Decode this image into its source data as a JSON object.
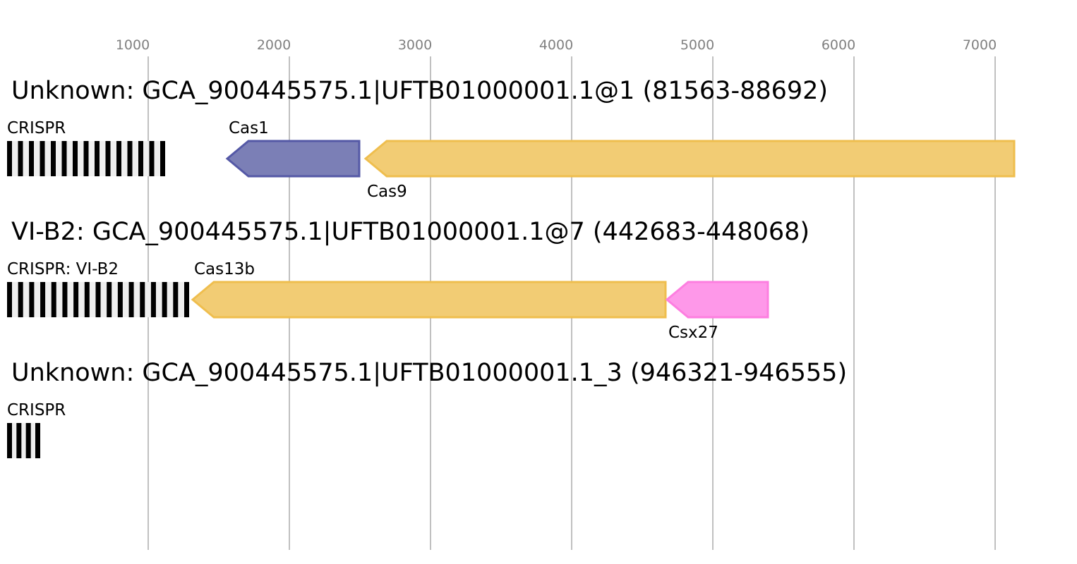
{
  "axis": {
    "ticks": [
      1000,
      2000,
      3000,
      4000,
      5000,
      6000,
      7000
    ],
    "tick_labels": [
      "1000",
      "2000",
      "3000",
      "4000",
      "5000",
      "6000",
      "7000"
    ],
    "grid_color": "#c0c0c0"
  },
  "tracks": [
    {
      "title": "Unknown: GCA_900445575.1|UFTB01000001.1@1 (81563-88692)",
      "features": [
        {
          "type": "crispr",
          "label": "CRISPR",
          "start": 0,
          "end": 1120,
          "repeats": 15,
          "label_pos": "above"
        },
        {
          "type": "gene",
          "label": "Cas1",
          "start": 1560,
          "end": 2495,
          "strand": "-",
          "fill": "#7b7fb6",
          "stroke": "#5458a6",
          "label_pos": "above"
        },
        {
          "type": "gene",
          "label": "Cas9",
          "start": 2540,
          "end": 7135,
          "strand": "-",
          "fill": "#f2cc74",
          "stroke": "#efbe4e",
          "label_pos": "below"
        }
      ]
    },
    {
      "title": "VI-B2: GCA_900445575.1|UFTB01000001.1@7 (442683-448068)",
      "features": [
        {
          "type": "crispr",
          "label": "CRISPR: VI-B2",
          "start": 0,
          "end": 1290,
          "repeats": 17,
          "label_pos": "above"
        },
        {
          "type": "gene",
          "label": "Cas13b",
          "start": 1315,
          "end": 4665,
          "strand": "-",
          "fill": "#f2cc74",
          "stroke": "#efbe4e",
          "label_pos": "above"
        },
        {
          "type": "gene",
          "label": "Csx27",
          "start": 4675,
          "end": 5390,
          "strand": "-",
          "fill": "#fe98e9",
          "stroke": "#fd7ee0",
          "label_pos": "below"
        }
      ]
    },
    {
      "title": "Unknown: GCA_900445575.1|UFTB01000001.1_3 (946321-946555)",
      "features": [
        {
          "type": "crispr",
          "label": "CRISPR",
          "start": 0,
          "end": 235,
          "repeats": 4,
          "label_pos": "above"
        }
      ]
    }
  ]
}
